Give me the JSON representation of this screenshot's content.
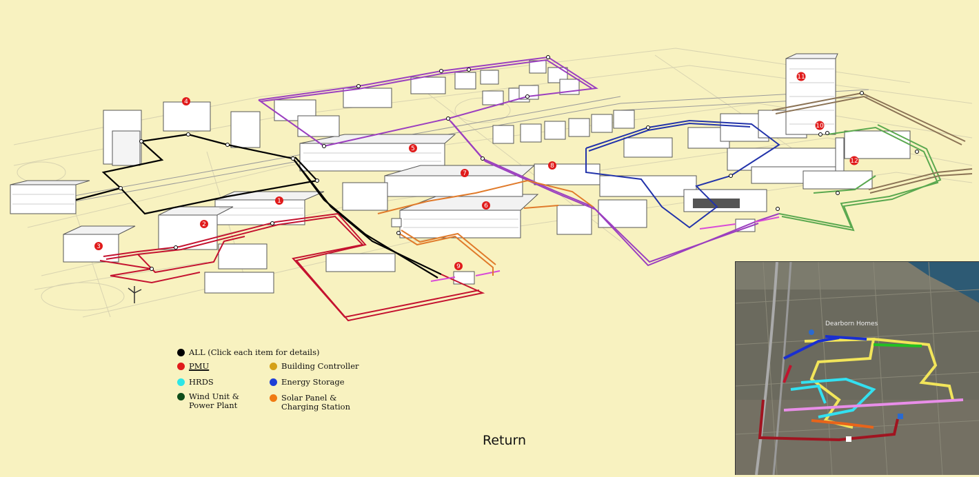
{
  "legend": {
    "items": [
      {
        "label": "ALL (Click each item for details)",
        "color": "#000000"
      },
      {
        "label": "PMU",
        "color": "#e01b1b"
      },
      {
        "label": "HRDS",
        "color": "#2ee6e6"
      },
      {
        "label": "Wind Unit & Power Plant",
        "line1": "Wind Unit &",
        "line2": "Power Plant",
        "color": "#0f4d1a"
      },
      {
        "label": "Building Controller",
        "color": "#d4a017"
      },
      {
        "label": "Energy Storage",
        "color": "#1f3fd6"
      },
      {
        "label": "Solar Panel & Charging Station",
        "line1": "Solar Panel &",
        "line2": "Charging Station",
        "color": "#f07a12"
      }
    ]
  },
  "nav": {
    "return_label": "Return"
  },
  "buildings": {
    "markers": [
      "1",
      "2",
      "3",
      "4",
      "5",
      "6",
      "7",
      "8",
      "9",
      "10",
      "11",
      "12"
    ]
  },
  "inset_map": {
    "labels": [
      "Dearborn Homes"
    ]
  },
  "colors": {
    "background": "#f8f2c0",
    "network_purple": "#9b3fbf",
    "network_red": "#c4122f",
    "network_black": "#000000",
    "network_orange": "#e07a2a",
    "network_blue": "#2233aa",
    "network_green": "#5aa84f",
    "network_brown": "#8b7355",
    "network_pink": "#d84ad8"
  }
}
